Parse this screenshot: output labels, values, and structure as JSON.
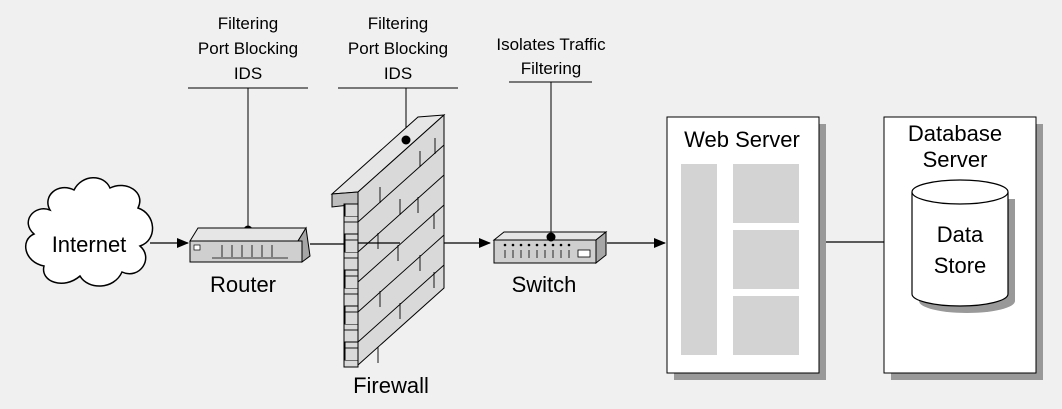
{
  "colors": {
    "background": "#f0f0f0",
    "panel_gray": "#d3d3d3",
    "shadow": "#999999",
    "stroke": "#000000"
  },
  "callouts": {
    "router": [
      "Filtering",
      "Port Blocking",
      "IDS"
    ],
    "firewall": [
      "Filtering",
      "Port Blocking",
      "IDS"
    ],
    "switch": [
      "Isolates Traffic",
      "Filtering"
    ]
  },
  "nodes": {
    "internet": "Internet",
    "router": "Router",
    "firewall": "Firewall",
    "switch": "Switch",
    "web_server": "Web Server",
    "database_server": [
      "Database",
      "Server"
    ],
    "data_store": [
      "Data",
      "Store"
    ]
  },
  "icons": {
    "cloud": "cloud-icon",
    "router": "router-icon",
    "firewall": "brick-wall-icon",
    "switch": "switch-icon",
    "database": "database-cylinder-icon"
  }
}
